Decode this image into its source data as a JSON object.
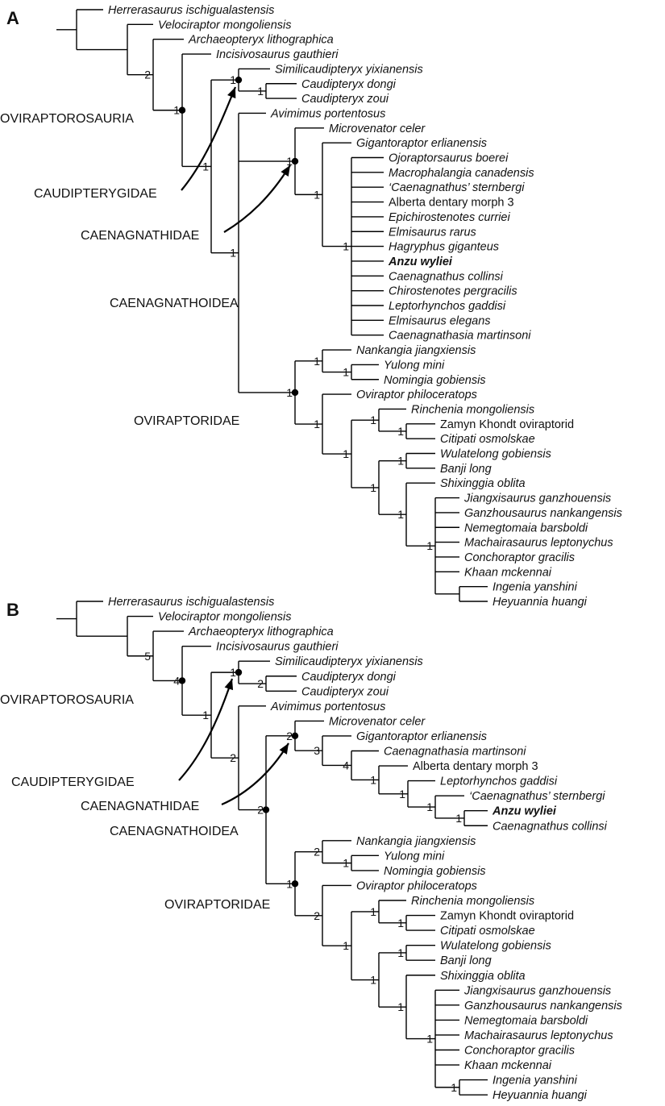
{
  "panels": [
    {
      "label": "A",
      "taxa": [
        {
          "name": "Herrerasaurus ischigualastensis",
          "style": "italic"
        },
        {
          "name": "Velociraptor mongoliensis",
          "style": "italic"
        },
        {
          "name": "Archaeopteryx lithographica",
          "style": "italic"
        },
        {
          "name": "Incisivosaurus gauthieri",
          "style": "italic"
        },
        {
          "name": "Similicaudipteryx yixianensis",
          "style": "italic"
        },
        {
          "name": "Caudipteryx dongi",
          "style": "italic"
        },
        {
          "name": "Caudipteryx zoui",
          "style": "italic"
        },
        {
          "name": "Avimimus portentosus",
          "style": "italic"
        },
        {
          "name": "Microvenator celer",
          "style": "italic"
        },
        {
          "name": "Gigantoraptor erlianensis",
          "style": "italic"
        },
        {
          "name": "Ojoraptorsaurus boerei",
          "style": "italic"
        },
        {
          "name": "Macrophalangia canadensis",
          "style": "italic"
        },
        {
          "name": "‘Caenagnathus’ sternbergi",
          "style": "italic"
        },
        {
          "name": "Alberta dentary morph 3",
          "style": "upright"
        },
        {
          "name": "Epichirostenotes curriei",
          "style": "italic"
        },
        {
          "name": "Elmisaurus rarus",
          "style": "italic"
        },
        {
          "name": "Hagryphus giganteus",
          "style": "italic"
        },
        {
          "name": "Anzu wyliei",
          "style": "bold"
        },
        {
          "name": "Caenagnathus collinsi",
          "style": "italic"
        },
        {
          "name": "Chirostenotes pergracilis",
          "style": "italic"
        },
        {
          "name": "Leptorhynchos gaddisi",
          "style": "italic"
        },
        {
          "name": "Elmisaurus elegans",
          "style": "italic"
        },
        {
          "name": "Caenagnathasia martinsoni",
          "style": "italic"
        },
        {
          "name": "Nankangia jiangxiensis",
          "style": "italic"
        },
        {
          "name": "Yulong mini",
          "style": "italic"
        },
        {
          "name": "Nomingia gobiensis",
          "style": "italic"
        },
        {
          "name": "Oviraptor philoceratops",
          "style": "italic"
        },
        {
          "name": "Rinchenia mongoliensis",
          "style": "italic"
        },
        {
          "name": "Zamyn Khondt oviraptorid",
          "style": "upright"
        },
        {
          "name": "Citipati osmolskae",
          "style": "italic"
        },
        {
          "name": "Wulatelong gobiensis",
          "style": "italic"
        },
        {
          "name": "Banji long",
          "style": "italic"
        },
        {
          "name": "Shixinggia oblita",
          "style": "italic"
        },
        {
          "name": "Jiangxisaurus ganzhouensis",
          "style": "italic"
        },
        {
          "name": "Ganzhousaurus nankangensis",
          "style": "italic"
        },
        {
          "name": "Nemegtomaia barsboldi",
          "style": "italic"
        },
        {
          "name": "Machairasaurus leptonychus",
          "style": "italic"
        },
        {
          "name": "Conchoraptor gracilis",
          "style": "italic"
        },
        {
          "name": "Khaan mckennai",
          "style": "italic"
        },
        {
          "name": "Ingenia yanshini",
          "style": "italic"
        },
        {
          "name": "Heyuannia huangi",
          "style": "italic"
        }
      ],
      "support_values": [
        "2",
        "1",
        "1",
        "1",
        "1",
        "1",
        "1",
        "1",
        "1",
        "1",
        "1",
        "1",
        "1",
        "1",
        "1",
        "1",
        "1",
        "1",
        "1",
        "1"
      ],
      "clades": [
        "OVIRAPTOROSAURIA",
        "CAUDIPTERYGIDAE",
        "CAENAGNATHIDAE",
        "CAENAGNATHOIDEA",
        "OVIRAPTORIDAE"
      ]
    },
    {
      "label": "B",
      "taxa": [
        {
          "name": "Herrerasaurus ischigualastensis",
          "style": "italic"
        },
        {
          "name": "Velociraptor mongoliensis",
          "style": "italic"
        },
        {
          "name": "Archaeopteryx lithographica",
          "style": "italic"
        },
        {
          "name": "Incisivosaurus gauthieri",
          "style": "italic"
        },
        {
          "name": "Similicaudipteryx yixianensis",
          "style": "italic"
        },
        {
          "name": "Caudipteryx dongi",
          "style": "italic"
        },
        {
          "name": "Caudipteryx zoui",
          "style": "italic"
        },
        {
          "name": "Avimimus portentosus",
          "style": "italic"
        },
        {
          "name": "Microvenator celer",
          "style": "italic"
        },
        {
          "name": "Gigantoraptor erlianensis",
          "style": "italic"
        },
        {
          "name": "Caenagnathasia martinsoni",
          "style": "italic"
        },
        {
          "name": "Alberta dentary morph 3",
          "style": "upright"
        },
        {
          "name": "Leptorhynchos gaddisi",
          "style": "italic"
        },
        {
          "name": "‘Caenagnathus’ sternbergi",
          "style": "italic"
        },
        {
          "name": "Anzu wyliei",
          "style": "bold"
        },
        {
          "name": "Caenagnathus collinsi",
          "style": "italic"
        },
        {
          "name": "Nankangia jiangxiensis",
          "style": "italic"
        },
        {
          "name": "Yulong mini",
          "style": "italic"
        },
        {
          "name": "Nomingia gobiensis",
          "style": "italic"
        },
        {
          "name": "Oviraptor philoceratops",
          "style": "italic"
        },
        {
          "name": "Rinchenia mongoliensis",
          "style": "italic"
        },
        {
          "name": "Zamyn Khondt oviraptorid",
          "style": "upright"
        },
        {
          "name": "Citipati osmolskae",
          "style": "italic"
        },
        {
          "name": "Wulatelong gobiensis",
          "style": "italic"
        },
        {
          "name": "Banji long",
          "style": "italic"
        },
        {
          "name": "Shixinggia oblita",
          "style": "italic"
        },
        {
          "name": "Jiangxisaurus ganzhouensis",
          "style": "italic"
        },
        {
          "name": "Ganzhousaurus nankangensis",
          "style": "italic"
        },
        {
          "name": "Nemegtomaia barsboldi",
          "style": "italic"
        },
        {
          "name": "Machairasaurus leptonychus",
          "style": "italic"
        },
        {
          "name": "Conchoraptor gracilis",
          "style": "italic"
        },
        {
          "name": "Khaan mckennai",
          "style": "italic"
        },
        {
          "name": "Ingenia yanshini",
          "style": "italic"
        },
        {
          "name": "Heyuannia huangi",
          "style": "italic"
        }
      ],
      "support_values": [
        "5",
        "4",
        "1",
        "1",
        "2",
        "2",
        "2",
        "2",
        "3",
        "4",
        "1",
        "1",
        "1",
        "1",
        "1",
        "2",
        "1",
        "2",
        "1",
        "1",
        "1",
        "1",
        "1",
        "1",
        "1",
        "1",
        "1"
      ],
      "clades": [
        "OVIRAPTOROSAURIA",
        "CAUDIPTERYGIDAE",
        "CAENAGNATHIDAE",
        "CAENAGNATHOIDEA",
        "OVIRAPTORIDAE"
      ]
    }
  ]
}
